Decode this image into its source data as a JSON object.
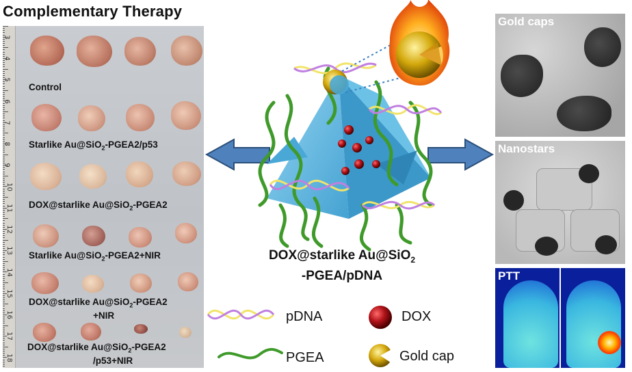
{
  "left_panel": {
    "title": "Complementary Therapy",
    "ruler_numbers": [
      "3",
      "4",
      "5",
      "6",
      "7",
      "8",
      "9",
      "10",
      "11",
      "12",
      "13",
      "14",
      "15",
      "16",
      "17",
      "18"
    ],
    "groups": [
      {
        "label": "Control"
      },
      {
        "label_main": "Starlike Au@SiO",
        "label_sub": "2",
        "label_tail": "-PGEA2/p53"
      },
      {
        "label_main": "DOX@starlike Au@SiO",
        "label_sub": "2",
        "label_tail": "-PGEA2"
      },
      {
        "label_main": "Starlike Au@SiO",
        "label_sub": "2",
        "label_tail": "-PGEA2+NIR"
      },
      {
        "label_main": "DOX@starlike Au@SiO",
        "label_sub": "2",
        "label_tail": "-PGEA2",
        "label_line2": "+NIR"
      },
      {
        "label_main": "DOX@starlike Au@SiO",
        "label_sub": "2",
        "label_tail": "-PGEA2",
        "label_line2": "/p53+NIR"
      }
    ]
  },
  "center": {
    "label_line1_main": "DOX@starlike Au@SiO",
    "label_line1_sub": "2",
    "label_line2": "-PGEA/pDNA"
  },
  "legend": {
    "pdna": "pDNA",
    "pgea": "PGEA",
    "dox": "DOX",
    "gold_cap": "Gold cap"
  },
  "right_panels": {
    "gold_caps": "Gold caps",
    "nanostars": "Nanostars",
    "ptt": "PTT"
  },
  "colors": {
    "arrow_fill": "#4f81bd",
    "arrow_stroke": "#2b4f7a",
    "pyramid": "#5ab4dd",
    "polymer": "#3f9a2a",
    "dox": "#a31217",
    "gold": "#c9a10a"
  }
}
